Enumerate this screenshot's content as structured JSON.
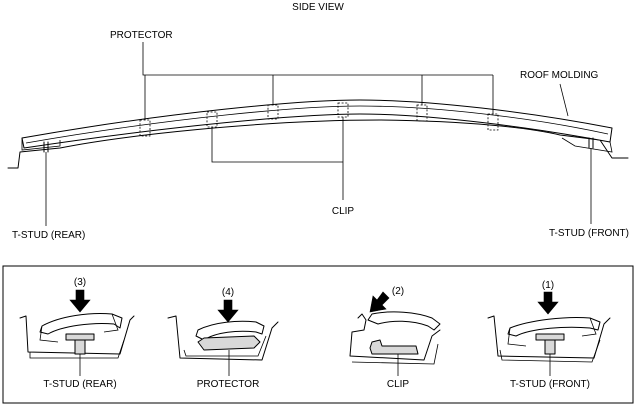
{
  "diagram": {
    "title": "SIDE VIEW",
    "labels": {
      "protector": "PROTECTOR",
      "roof_molding": "ROOF MOLDING",
      "clip": "CLIP",
      "tstud_rear": "T-STUD (REAR)",
      "tstud_front": "T-STUD (FRONT)"
    },
    "details": [
      {
        "step": "(3)",
        "caption": "T-STUD (REAR)"
      },
      {
        "step": "(4)",
        "caption": "PROTECTOR"
      },
      {
        "step": "(2)",
        "caption": "CLIP"
      },
      {
        "step": "(1)",
        "caption": "T-STUD (FRONT)"
      }
    ]
  }
}
